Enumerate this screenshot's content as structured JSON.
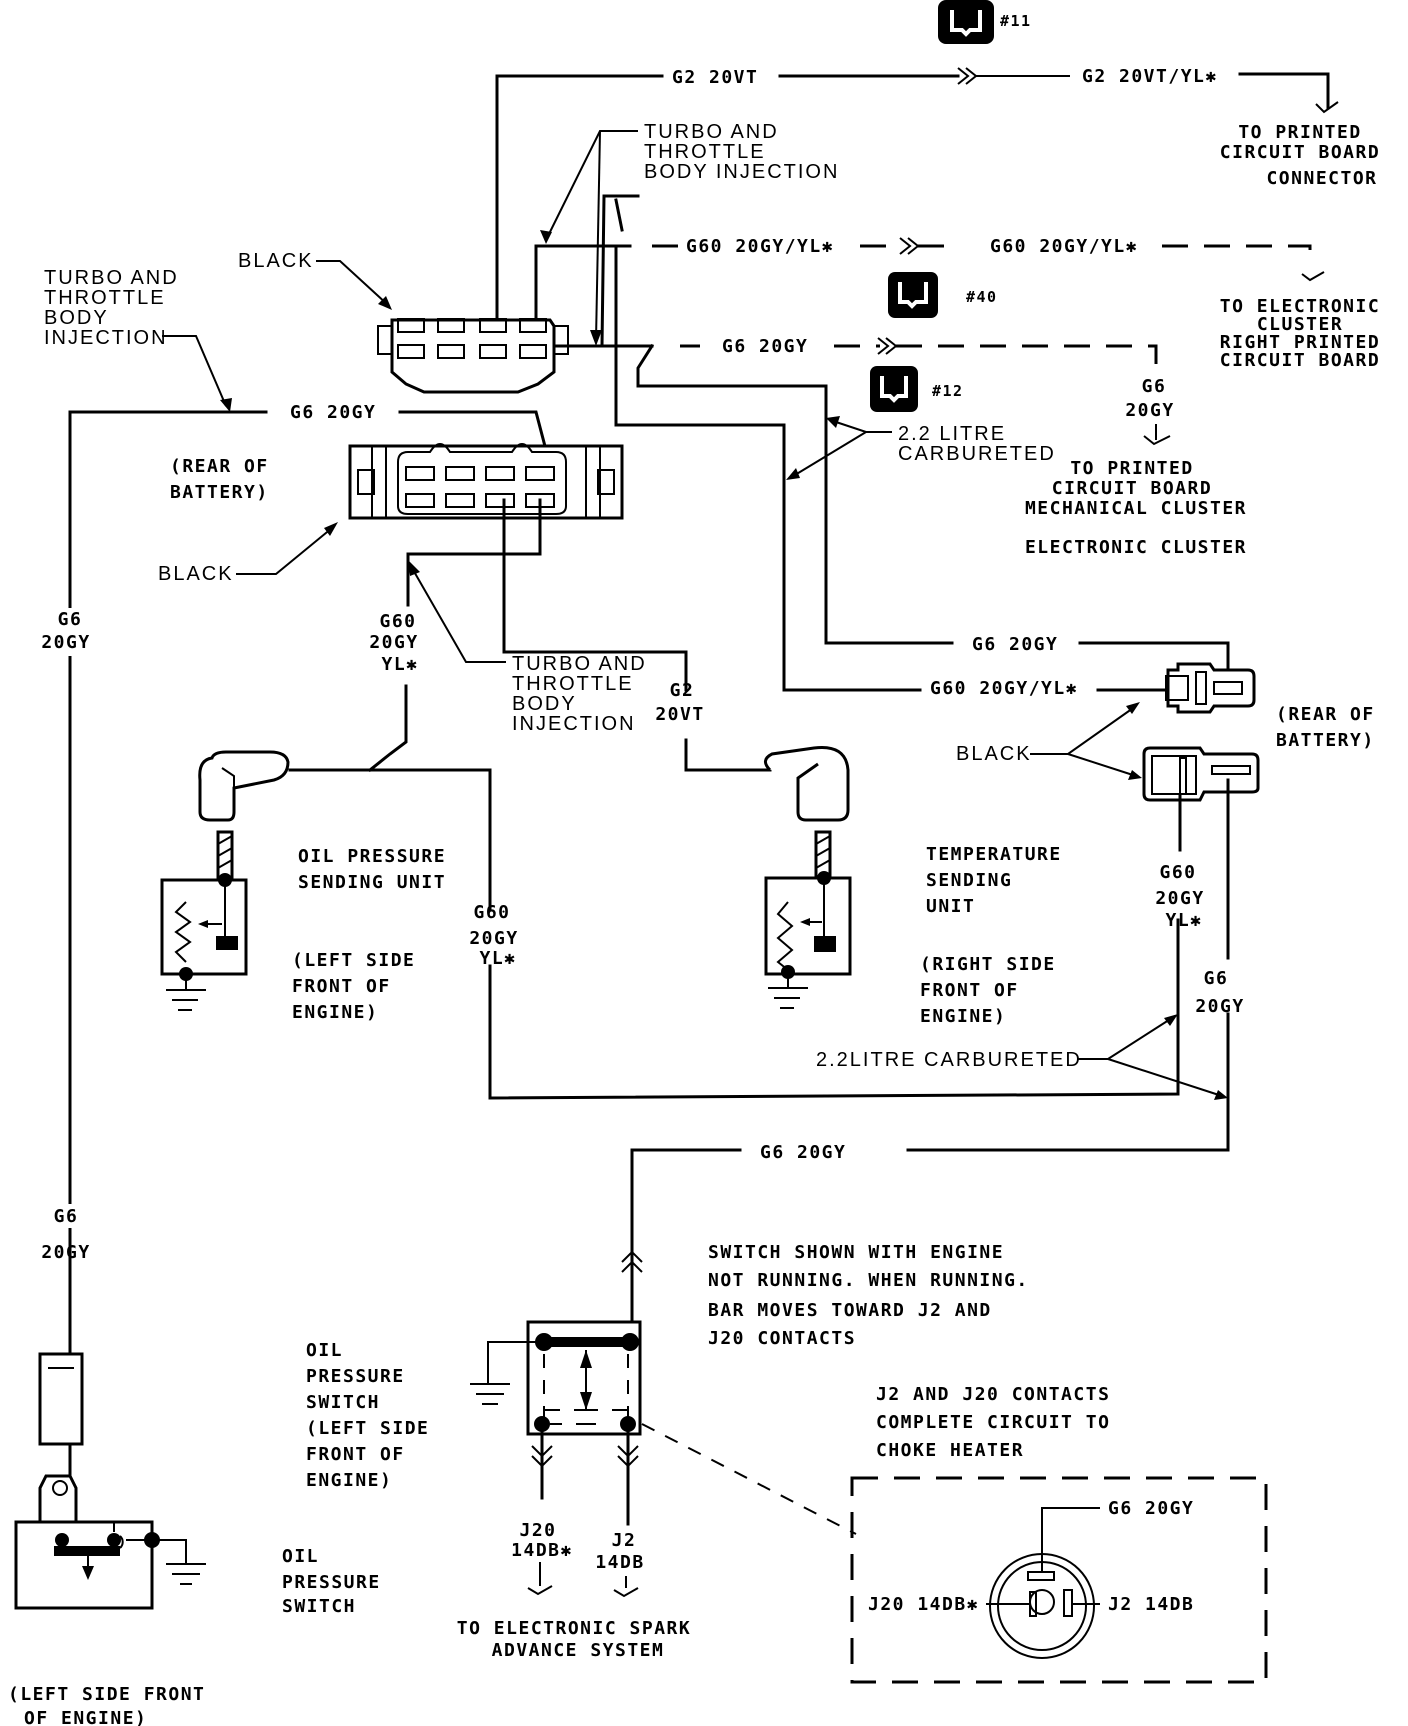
{
  "diagram": {
    "title": "Oil Pressure and Temperature Sending Unit Wiring",
    "connector_refs": [
      {
        "id": "c11",
        "label": "#11"
      },
      {
        "id": "c40",
        "label": "#40"
      },
      {
        "id": "c12",
        "label": "#12"
      }
    ],
    "wires": {
      "g2_top": "G2 20VT",
      "g2_top_right": "G2 20VT/YL✱",
      "g60_top_left": "G60 20GY/YL✱",
      "g60_top_right": "G60 20GY/YL✱",
      "g6_mid": "G6 20GY",
      "g6_right_1": "G6",
      "g6_right_2": "20GY",
      "g6_left_top": "G6 20GY",
      "g6_left_vert_1": "G6",
      "g6_left_vert_2": "20GY",
      "g60_vert_1": "G60",
      "g60_vert_2": "20GY",
      "g60_vert_3": "YL✱",
      "g2_vert_1": "G2",
      "g2_vert_2": "20VT",
      "g6_temp": "G6 20GY",
      "g60_temp": "G60 20GY/YL✱",
      "g60_oil_1": "G60",
      "g60_oil_2": "20GY",
      "g60_oil_3": "YL✱",
      "g60_r_1": "G60",
      "g60_r_2": "20GY",
      "g60_r_3": "YL✱",
      "g6_r_1": "G6",
      "g6_r_2": "20GY",
      "g6_switch": "G6 20GY",
      "g6_bottom_1": "G6",
      "g6_bottom_2": "20GY",
      "j20_1": "J20",
      "j20_2": "14DB✱",
      "j2_1": "J2",
      "j2_2": "14DB",
      "choke_g6": "G6 20GY",
      "choke_j20": "J20 14DB✱",
      "choke_j2": "J2 14DB"
    },
    "labels": {
      "to_pcb_connector": [
        "TO PRINTED",
        "CIRCUIT BOARD",
        "CONNECTOR"
      ],
      "turbo_top": [
        "TURBO AND",
        "THROTTLE",
        "BODY INJECTION"
      ],
      "black_top": "BLACK",
      "turbo_left": [
        "TURBO AND",
        "THROTTLE",
        "BODY",
        "INJECTION"
      ],
      "to_electronic_cluster": [
        "TO ELECTRONIC",
        "CLUSTER",
        "RIGHT PRINTED",
        "CIRCUIT BOARD"
      ],
      "carb_top": [
        "2.2 LITRE",
        "CARBURETED"
      ],
      "to_pcb_mech": [
        "TO PRINTED",
        "CIRCUIT BOARD",
        "MECHANICAL CLUSTER"
      ],
      "electronic_cluster": "ELECTRONIC CLUSTER",
      "rear_battery_left": [
        "(REAR OF",
        "BATTERY)"
      ],
      "black_left": "BLACK",
      "turbo_mid": [
        "TURBO AND",
        "THROTTLE",
        "BODY",
        "INJECTION"
      ],
      "black_right": "BLACK",
      "rear_battery_right": [
        "(REAR OF",
        "BATTERY)"
      ],
      "oil_sending": [
        "OIL PRESSURE",
        "SENDING UNIT"
      ],
      "left_side_front": [
        "(LEFT SIDE",
        "FRONT OF",
        "ENGINE)"
      ],
      "temp_sending": [
        "TEMPERATURE",
        "SENDING",
        "UNIT"
      ],
      "right_side_front": [
        "(RIGHT SIDE",
        "FRONT OF",
        "ENGINE)"
      ],
      "carb_bottom": "2.2LITRE CARBURETED",
      "switch_note": [
        "SWITCH SHOWN WITH ENGINE",
        "NOT RUNNING. WHEN RUNNING.",
        "BAR  MOVES TOWARD J2 AND",
        "J20 CONTACTS"
      ],
      "oil_switch_left": [
        "OIL",
        "PRESSURE",
        "SWITCH",
        "(LEFT SIDE",
        "FRONT OF",
        "ENGINE)"
      ],
      "oil_switch_2": [
        "OIL",
        "PRESSURE",
        "SWITCH"
      ],
      "to_spark": [
        "TO ELECTRONIC SPARK",
        "ADVANCE SYSTEM"
      ],
      "choke_note": [
        "J2 AND J20 CONTACTS",
        "COMPLETE CIRCUIT TO",
        "CHOKE HEATER"
      ],
      "left_side_front_bottom": [
        "(LEFT SIDE FRONT",
        "OF ENGINE)"
      ]
    },
    "icons": [
      "connector-reference-icon",
      "ground-icon",
      "in-line-connector-icon",
      "splice-icon",
      "sending-unit-icon",
      "pressure-switch-icon"
    ]
  }
}
